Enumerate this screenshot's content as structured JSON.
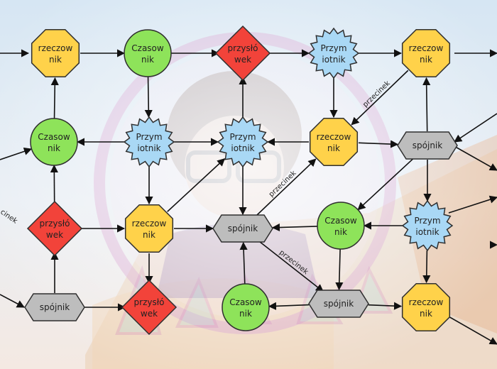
{
  "colors": {
    "rzeczownik": "#FFD24A",
    "czasownik": "#8EE35A",
    "przymiotnik": "#A9D8F5",
    "przyslowek": "#F2433A",
    "spojnik": "#BDBDBD",
    "edge": "#111111"
  },
  "labels": {
    "rzeczownik": [
      "rzeczow",
      "nik"
    ],
    "czasownik": [
      "Czasow",
      "nik"
    ],
    "przymiotnik": [
      "Przym",
      "iotnik"
    ],
    "przyslowek": [
      "przysłó",
      "wek"
    ],
    "spojnik": [
      "spójnik"
    ]
  },
  "edge_text": {
    "przecinek": "przecinek",
    "cinek": "cinek"
  },
  "nodes": [
    {
      "id": "R1",
      "kind": "rzeczownik"
    },
    {
      "id": "C1",
      "kind": "czasownik"
    },
    {
      "id": "W1",
      "kind": "przyslowek"
    },
    {
      "id": "P1",
      "kind": "przymiotnik"
    },
    {
      "id": "R2",
      "kind": "rzeczownik"
    },
    {
      "id": "C2",
      "kind": "czasownik"
    },
    {
      "id": "P2",
      "kind": "przymiotnik"
    },
    {
      "id": "P3",
      "kind": "przymiotnik"
    },
    {
      "id": "R3",
      "kind": "rzeczownik"
    },
    {
      "id": "S1",
      "kind": "spojnik"
    },
    {
      "id": "W2",
      "kind": "przyslowek"
    },
    {
      "id": "R4",
      "kind": "rzeczownik"
    },
    {
      "id": "S2",
      "kind": "spojnik"
    },
    {
      "id": "C3",
      "kind": "czasownik"
    },
    {
      "id": "P4",
      "kind": "przymiotnik"
    },
    {
      "id": "S3",
      "kind": "spojnik"
    },
    {
      "id": "W3",
      "kind": "przyslowek"
    },
    {
      "id": "C4",
      "kind": "czasownik"
    },
    {
      "id": "S4",
      "kind": "spojnik"
    },
    {
      "id": "R5",
      "kind": "rzeczownik"
    }
  ],
  "edges": [
    {
      "from": "R1",
      "to": "R1"
    },
    {
      "from": "R1",
      "to": "C1"
    },
    {
      "from": "C1",
      "to": "W1"
    },
    {
      "from": "W1",
      "to": "P1"
    },
    {
      "from": "P1",
      "to": "R2"
    },
    {
      "from": "C2",
      "to": "R1"
    },
    {
      "from": "C1",
      "to": "P2"
    },
    {
      "from": "P2",
      "to": "C2"
    },
    {
      "from": "P2",
      "to": "P3"
    },
    {
      "from": "P3",
      "to": "W1"
    },
    {
      "from": "P1",
      "to": "R3"
    },
    {
      "from": "R3",
      "to": "P3"
    },
    {
      "from": "R3",
      "to": "S1"
    },
    {
      "from": "R2",
      "to": "R3",
      "label": "przecinek"
    },
    {
      "from": "W2",
      "to": "C2"
    },
    {
      "from": "P2",
      "to": "R4"
    },
    {
      "from": "W2",
      "to": "R4"
    },
    {
      "from": "R4",
      "to": "S2"
    },
    {
      "from": "R4",
      "to": "P3"
    },
    {
      "from": "P3",
      "to": "S2"
    },
    {
      "from": "S2",
      "to": "R3",
      "label": "przecinek"
    },
    {
      "from": "S2",
      "to": "S4",
      "label": "przecinek"
    },
    {
      "from": "C3",
      "to": "S2"
    },
    {
      "from": "S1",
      "to": "C3"
    },
    {
      "from": "S1",
      "to": "P4"
    },
    {
      "from": "P4",
      "to": "C3"
    },
    {
      "from": "C3",
      "to": "S4"
    },
    {
      "from": "S3",
      "to": "W2"
    },
    {
      "from": "S3",
      "to": "W3"
    },
    {
      "from": "R4",
      "to": "W3"
    },
    {
      "from": "S4",
      "to": "C4"
    },
    {
      "from": "C4",
      "to": "S2"
    },
    {
      "from": "P4",
      "to": "R5"
    },
    {
      "from": "S4",
      "to": "R5"
    },
    {
      "from": "S1",
      "to": "R2"
    }
  ]
}
